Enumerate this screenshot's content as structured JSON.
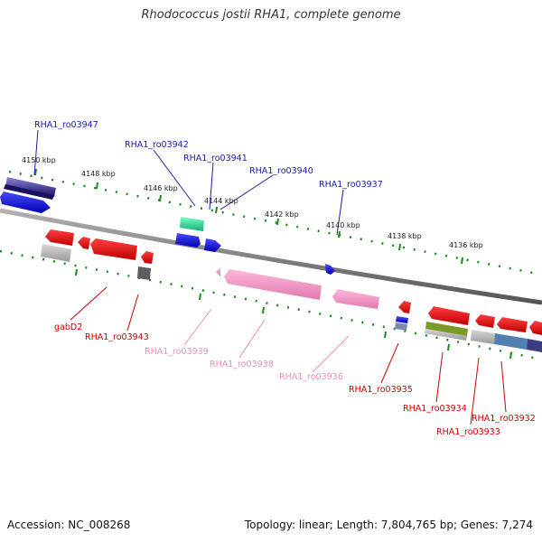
{
  "title": "Rhodococcus jostii RHA1, complete genome",
  "footer": {
    "accession": "Accession: NC_008268",
    "stats": "Topology: linear; Length: 7,804,765 bp; Genes: 7,274"
  },
  "colors": {
    "forward_label": "#1a1aa6",
    "reverse_label": "#cc0000",
    "pseudo_label": "#f08cc0",
    "tick": "#1a8a1a",
    "backbone": "#7a7a7a"
  },
  "scale_labels": [
    "4150 kbp",
    "4148 kbp",
    "4146 kbp",
    "4144 kbp",
    "4142 kbp",
    "4140 kbp",
    "4138 kbp",
    "4136 kbp"
  ],
  "upper_labels": [
    {
      "text": "RHA1_ro03947",
      "color": "#1a1aa6"
    },
    {
      "text": "RHA1_ro03942",
      "color": "#1a1aa6"
    },
    {
      "text": "RHA1_ro03941",
      "color": "#1a1aa6"
    },
    {
      "text": "RHA1_ro03940",
      "color": "#1a1aa6"
    },
    {
      "text": "RHA1_ro03937",
      "color": "#1a1aa6"
    }
  ],
  "lower_labels": [
    {
      "text": "gabD2",
      "color": "#cc0000"
    },
    {
      "text": "RHA1_ro03943",
      "color": "#cc0000"
    },
    {
      "text": "RHA1_ro03939",
      "color": "#f08cc0"
    },
    {
      "text": "RHA1_ro03938",
      "color": "#f08cc0"
    },
    {
      "text": "RHA1_ro03936",
      "color": "#f08cc0"
    },
    {
      "text": "RHA1_ro03935",
      "color": "#cc0000"
    },
    {
      "text": "RHA1_ro03934",
      "color": "#cc0000"
    },
    {
      "text": "RHA1_ro03932",
      "color": "#cc0000"
    },
    {
      "text": "RHA1_ro03933",
      "color": "#cc0000"
    }
  ]
}
